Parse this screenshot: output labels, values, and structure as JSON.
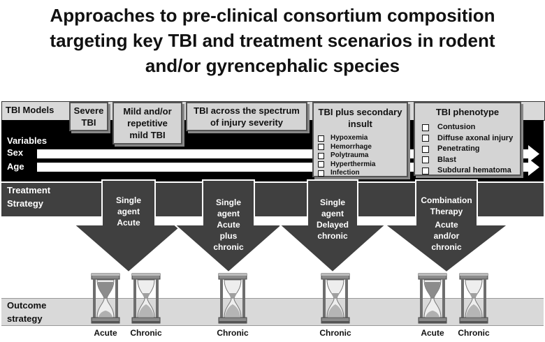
{
  "title": {
    "line1": "Approaches to pre-clinical consortium composition",
    "line2": "targeting key TBI and treatment scenarios in rodent",
    "line3": "and/or gyrencephalic species"
  },
  "rows": {
    "tbi_models": "TBI Models",
    "variables": "Variables",
    "sex": "Sex",
    "age": "Age",
    "treatment_line1": "Treatment",
    "treatment_line2": "Strategy",
    "outcome_line1": "Outcome",
    "outcome_line2": "strategy"
  },
  "model_boxes": {
    "severe": [
      "Severe",
      "TBI"
    ],
    "mild": [
      "Mild and/or",
      "repetitive",
      "mild TBI"
    ],
    "spectrum": [
      "TBI across the spectrum",
      "of injury severity"
    ],
    "secondary": {
      "title": [
        "TBI plus secondary",
        "insult"
      ],
      "items": [
        "Hypoxemia",
        "Hemorrhage",
        "Polytrauma",
        "Hyperthermia",
        "Infection"
      ]
    },
    "phenotype": {
      "title": "TBI phenotype",
      "items": [
        "Contusion",
        "Diffuse axonal injury",
        "Penetrating",
        "Blast",
        "Subdural hematoma"
      ]
    }
  },
  "arrows": [
    {
      "lines": [
        "Single",
        "agent",
        "Acute"
      ]
    },
    {
      "lines": [
        "Single",
        "agent",
        "Acute",
        "plus",
        "chronic"
      ]
    },
    {
      "lines": [
        "Single",
        "agent",
        "Delayed",
        "chronic"
      ]
    },
    {
      "lines": [
        "Combination",
        "Therapy",
        "Acute",
        "and/or",
        "chronic"
      ]
    }
  ],
  "outcome_labels": [
    "Acute",
    "Chronic",
    "Chronic",
    "Chronic",
    "Acute",
    "Chronic"
  ],
  "colors": {
    "variables_band": "#000000",
    "treatment_band": "#404040",
    "model_band": "#d9d9d9",
    "arrow": "#404040",
    "box": "#d4d4d4"
  }
}
